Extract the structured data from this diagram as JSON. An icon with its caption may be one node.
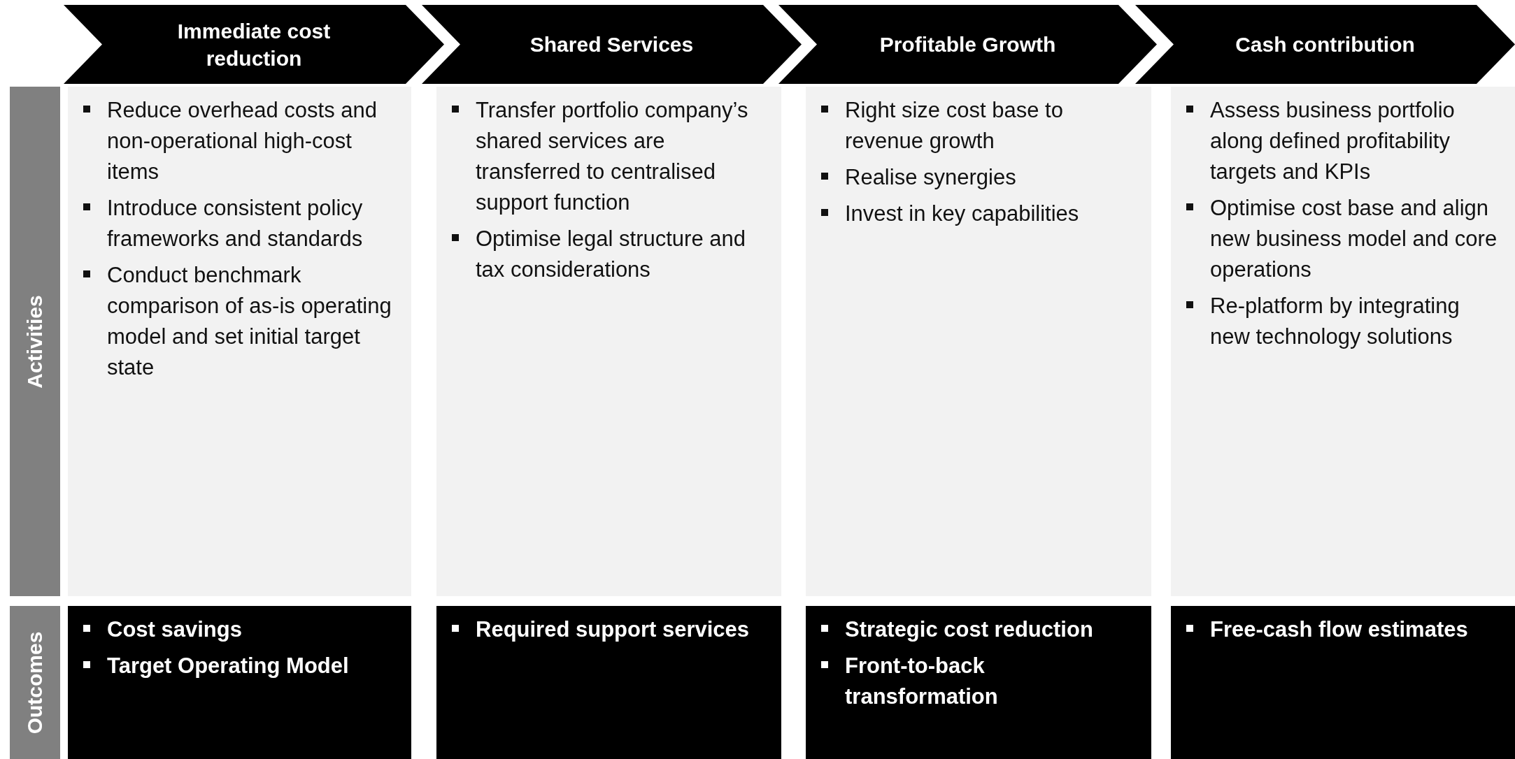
{
  "diagram": {
    "nodes": [
      {
        "text": [
          "Immediate cost reduction"
        ]
      },
      {
        "text": [
          "Shared Services"
        ]
      },
      {
        "text": [
          "Profitable Growth"
        ]
      },
      {
        "text": [
          "Cash contribution"
        ]
      },
      {
        "text": [
          "Activities"
        ]
      },
      {
        "text": [
          "Reduce overhead costs and non-operational high-cost items",
          "Introduce consistent policy frameworks and standards",
          "Conduct benchmark comparison of as-is operating model and set initial target state"
        ]
      },
      {
        "text": [
          "Transfer portfolio company’s shared services are transferred to centralised support function",
          "Optimise legal structure and tax considerations"
        ]
      },
      {
        "text": [
          "Right size cost base to revenue growth",
          "Realise synergies",
          "Invest in key capabilities"
        ]
      },
      {
        "text": [
          "Assess business portfolio along defined profitability targets and KPIs",
          "Optimise cost base and align new business model and core operations",
          "Re-platform by integrating new technology solutions"
        ]
      },
      {
        "text": [
          "Outcomes"
        ]
      },
      {
        "text": [
          "Cost savings",
          "Target Operating Model"
        ]
      },
      {
        "text": [
          "Required support services"
        ]
      },
      {
        "text": [
          "Strategic cost reduction",
          "Front-to-back transformation"
        ]
      },
      {
        "text": [
          "Free-cash flow estimates"
        ]
      }
    ]
  }
}
